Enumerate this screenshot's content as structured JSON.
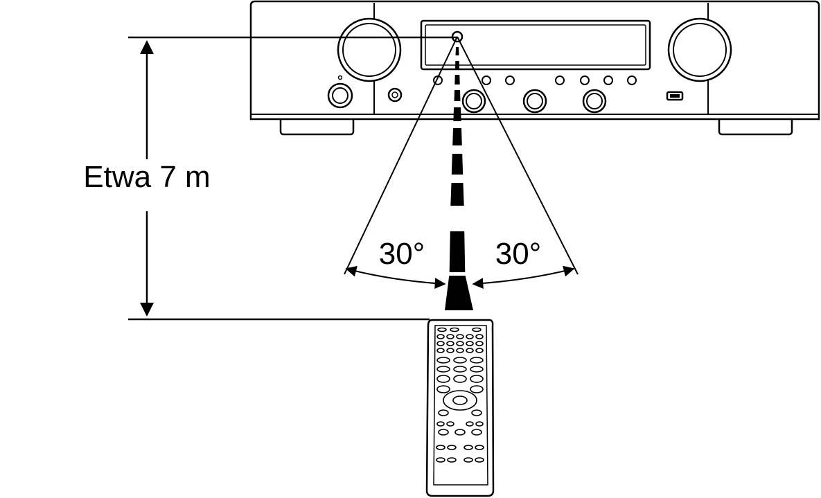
{
  "distance_label": "Etwa 7 m",
  "angle_left_label": "30°",
  "angle_right_label": "30°",
  "colors": {
    "line": "#000000",
    "background": "#ffffff"
  },
  "icons": {
    "receiver": "av-receiver-icon",
    "remote": "remote-control-icon",
    "sensor": "ir-sensor-icon",
    "beam": "infrared-beam-icon"
  }
}
